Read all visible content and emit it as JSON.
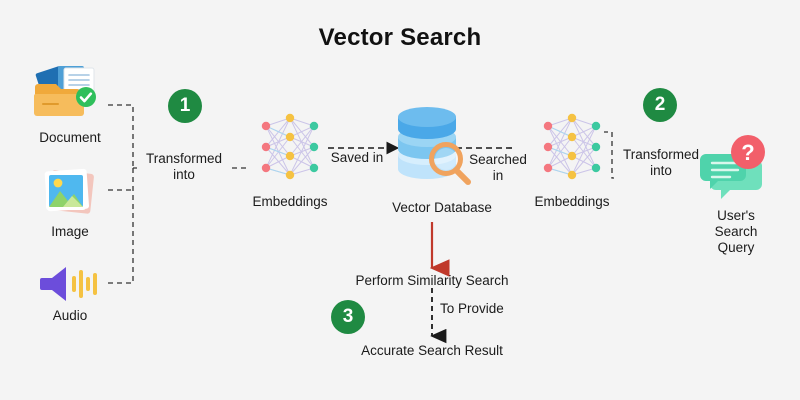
{
  "page": {
    "title": "Vector Search",
    "background": "#f4f4f4",
    "accent_green": "#1f8a42",
    "accent_red": "#c0392b"
  },
  "sources": [
    {
      "id": "document",
      "label": "Document",
      "icon": "document-folder-icon"
    },
    {
      "id": "image",
      "label": "Image",
      "icon": "image-photo-icon"
    },
    {
      "id": "audio",
      "label": "Audio",
      "icon": "audio-speaker-icon"
    }
  ],
  "steps": [
    {
      "number": "1"
    },
    {
      "number": "2"
    },
    {
      "number": "3"
    }
  ],
  "connectors": {
    "transformed_into_left": "Transformed\ninto",
    "saved_in": "Saved in",
    "searched_in": "Searched\nin",
    "transformed_into_right": "Transformed\ninto",
    "to_provide": "To Provide"
  },
  "nodes": {
    "embeddings_left": {
      "label": "Embeddings",
      "icon": "neural-network-icon"
    },
    "embeddings_right": {
      "label": "Embeddings",
      "icon": "neural-network-icon"
    },
    "vector_database": {
      "label": "Vector Database",
      "icon": "database-magnifier-icon"
    },
    "user_query": {
      "label": "User's\nSearch\nQuery",
      "icon": "speech-bubble-question-icon"
    },
    "similarity_search": {
      "label": "Perform Similarity Search"
    },
    "search_result": {
      "label": "Accurate Search Result"
    }
  },
  "colors": {
    "node_input": "#f4777f",
    "node_hidden": "#f5c242",
    "node_output": "#3cc9a0",
    "edge": "#c9c2e8",
    "db_top": "#4aa8e8",
    "db_mid": "#7cc6f0",
    "db_bottom": "#bfe3fb",
    "magnifier": "#f0a35e",
    "bubble": "#6fe0bc",
    "question": "#f25f6a",
    "folder": "#f0a93b",
    "paper_blue": "#1f6fb2",
    "check": "#2fbf5b",
    "speaker": "#6c4ddb",
    "wave": "#f5c242"
  }
}
